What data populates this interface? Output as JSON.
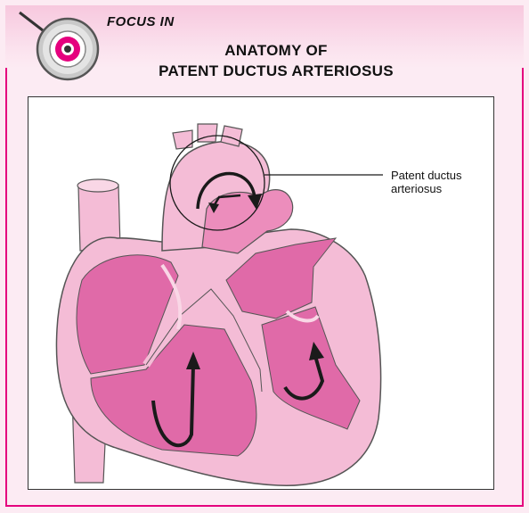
{
  "header": {
    "kicker": "FOCUS IN",
    "title_line1": "ANATOMY OF",
    "title_line2": "PATENT DUCTUS ARTERIOSUS",
    "badge_icon": "magnifying-glass-eye-icon"
  },
  "diagram": {
    "callout_line1": "Patent ductus",
    "callout_line2": "arteriosus"
  },
  "colors": {
    "accent": "#e5007e",
    "tissue_light": "#f4bcd6",
    "tissue_mid": "#ec8dbc",
    "tissue_dark": "#e06aa8",
    "background": "#fcebf3"
  }
}
